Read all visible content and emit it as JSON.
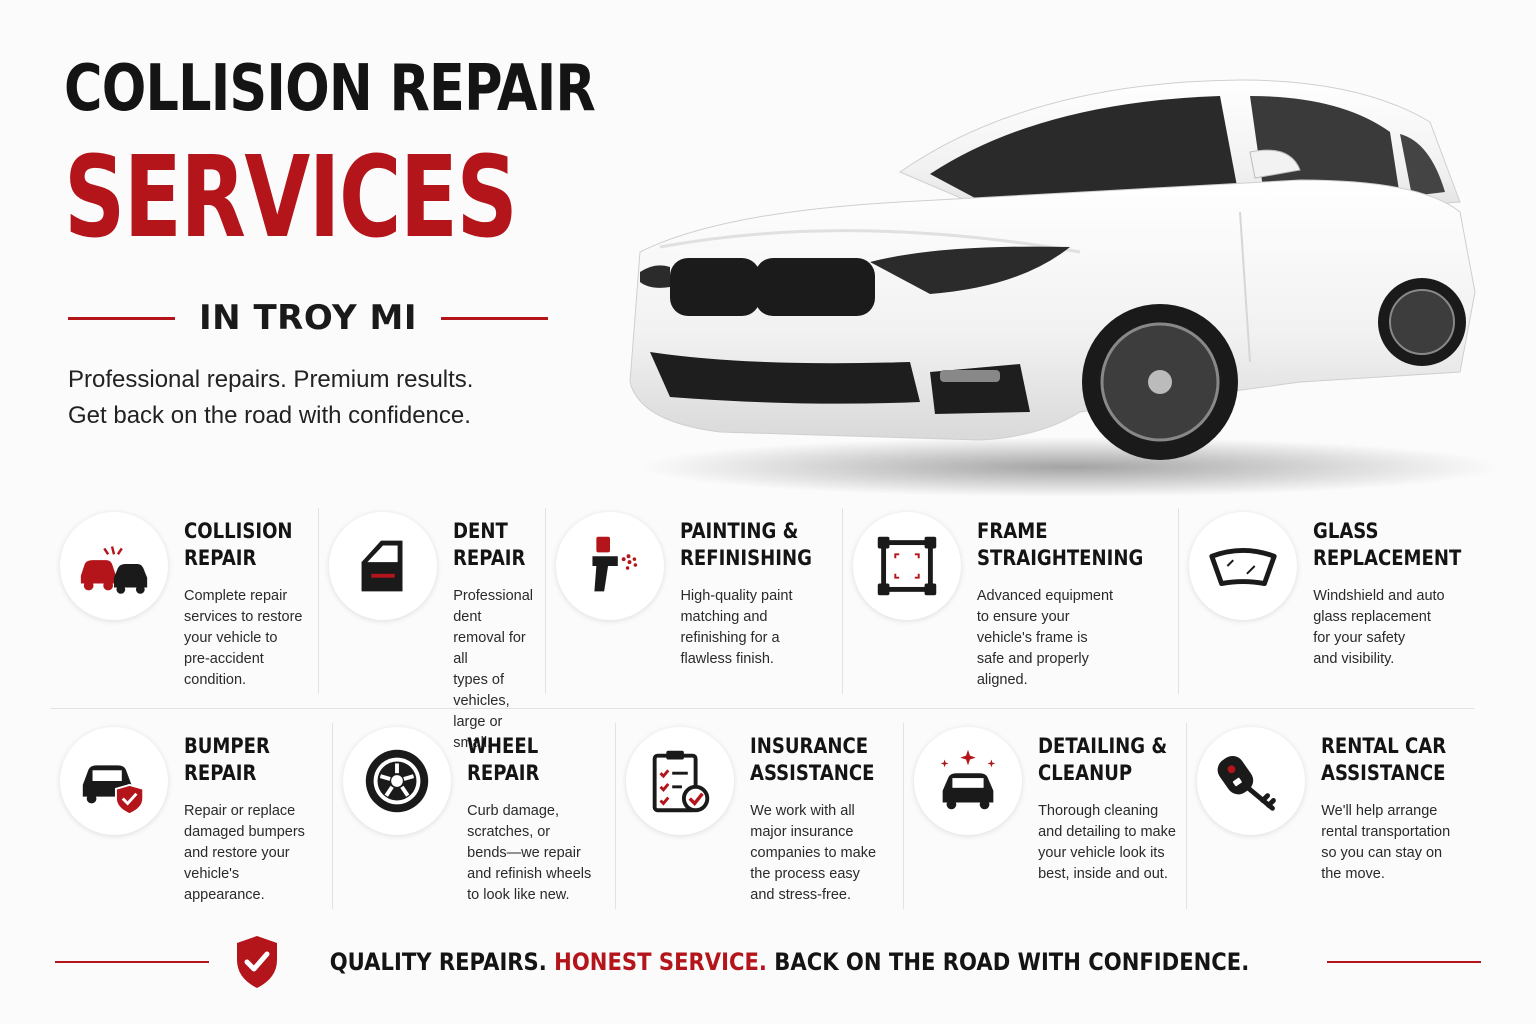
{
  "header": {
    "title_line1": "COLLISION REPAIR",
    "title_line2": "SERVICES",
    "location": "IN TROY MI",
    "tagline_line1": "Professional repairs. Premium results.",
    "tagline_line2": "Get back on the road with confidence."
  },
  "colors": {
    "accent": "#b3151b",
    "text": "#141414",
    "background": "#fbfbfb"
  },
  "services": [
    {
      "title_1": "COLLISION",
      "title_2": "REPAIR",
      "desc": [
        "Complete repair",
        "services to restore",
        "your vehicle to",
        "pre-accident",
        "condition."
      ],
      "icon": "car-collision-icon"
    },
    {
      "title_1": "DENT",
      "title_2": "REPAIR",
      "desc": [
        "Professional dent",
        "removal for all",
        "types of vehicles,",
        "large or small."
      ],
      "icon": "car-door-icon"
    },
    {
      "title_1": "PAINTING &",
      "title_2": "REFINISHING",
      "desc": [
        "High-quality paint",
        "matching and",
        "refinishing for a",
        "flawless finish."
      ],
      "icon": "spray-gun-icon"
    },
    {
      "title_1": "FRAME",
      "title_2": "STRAIGHTENING",
      "desc": [
        "Advanced equipment",
        "to ensure your",
        "vehicle's frame is",
        "safe and properly",
        "aligned."
      ],
      "icon": "frame-icon"
    },
    {
      "title_1": "GLASS",
      "title_2": "REPLACEMENT",
      "desc": [
        "Windshield and auto",
        "glass replacement",
        "for your safety",
        "and visibility."
      ],
      "icon": "windshield-icon"
    },
    {
      "title_1": "BUMPER",
      "title_2": "REPAIR",
      "desc": [
        "Repair or replace",
        "damaged bumpers",
        "and restore your",
        "vehicle's",
        "appearance."
      ],
      "icon": "car-shield-icon"
    },
    {
      "title_1": "WHEEL",
      "title_2": "REPAIR",
      "desc": [
        "Curb damage,",
        "scratches, or",
        "bends—we repair",
        "and refinish wheels",
        "to look like new."
      ],
      "icon": "wheel-icon"
    },
    {
      "title_1": "INSURANCE",
      "title_2": "ASSISTANCE",
      "desc": [
        "We work with all",
        "major insurance",
        "companies to make",
        "the process easy",
        "and stress-free."
      ],
      "icon": "clipboard-check-icon"
    },
    {
      "title_1": "DETAILING &",
      "title_2": "CLEANUP",
      "desc": [
        "Thorough cleaning",
        "and detailing to make",
        "your vehicle look its",
        "best, inside and out."
      ],
      "icon": "sparkle-car-icon"
    },
    {
      "title_1": "RENTAL CAR",
      "title_2": "ASSISTANCE",
      "desc": [
        "We'll help arrange",
        "rental transportation",
        "so you can stay on",
        "the move."
      ],
      "icon": "car-key-icon"
    }
  ],
  "footer": {
    "part1": "QUALITY REPAIRS. ",
    "part2": "HONEST SERVICE.",
    "part3": " BACK ON THE ROAD WITH CONFIDENCE.",
    "icon": "shield-check-icon"
  }
}
